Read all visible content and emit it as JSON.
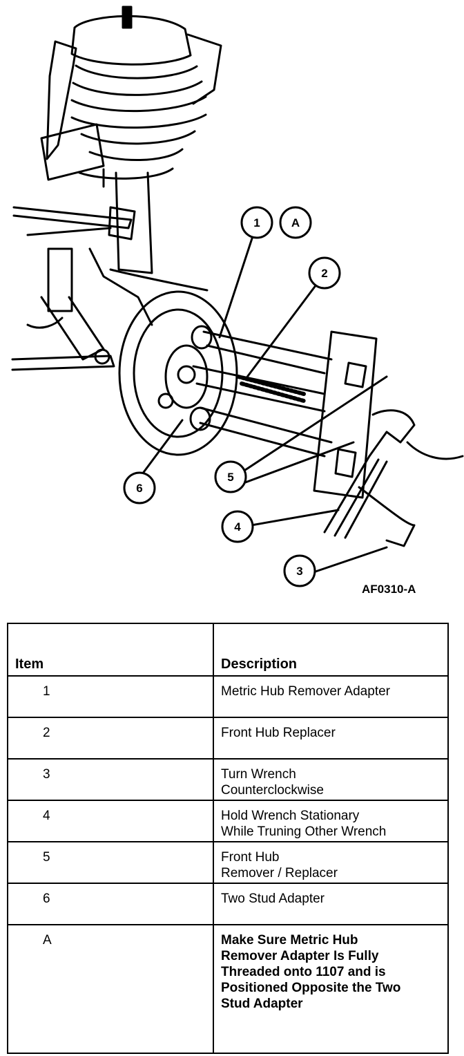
{
  "figure": {
    "callouts": [
      {
        "id": "c1",
        "label": "1"
      },
      {
        "id": "cA",
        "label": "A"
      },
      {
        "id": "c2",
        "label": "2"
      },
      {
        "id": "c5",
        "label": "5"
      },
      {
        "id": "c6",
        "label": "6"
      },
      {
        "id": "c4",
        "label": "4"
      },
      {
        "id": "c3",
        "label": "3"
      }
    ],
    "code": "AF0310-A"
  },
  "legend": {
    "headers": {
      "item": "Item",
      "description": "Description"
    },
    "rows": [
      {
        "item": "1",
        "description": [
          "Metric Hub Remover Adapter"
        ]
      },
      {
        "item": "2",
        "description": [
          "Front Hub Replacer"
        ]
      },
      {
        "item": "3",
        "description": [
          "Turn Wrench",
          "Counterclockwise"
        ]
      },
      {
        "item": "4",
        "description": [
          "Hold Wrench Stationary",
          "While Truning Other Wrench"
        ]
      },
      {
        "item": "5",
        "description": [
          "Front Hub",
          "Remover / Replacer"
        ]
      },
      {
        "item": "6",
        "description": [
          "Two Stud Adapter"
        ]
      },
      {
        "item": "A",
        "description": [
          "Make Sure Metric Hub",
          "Remover Adapter Is Fully",
          "Threaded onto 1107 and is",
          "Positioned Opposite the Two",
          "Stud Adapter"
        ],
        "bold": true
      }
    ]
  }
}
